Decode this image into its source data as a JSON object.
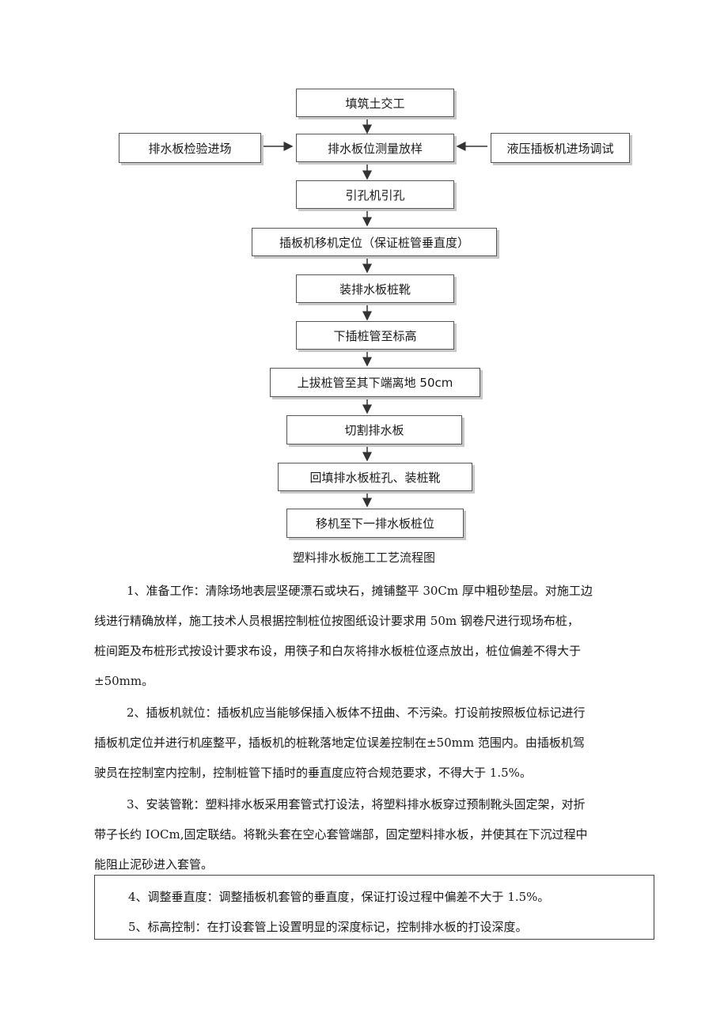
{
  "flowchart": {
    "steps": [
      "填筑土交工",
      "排水板位测量放样",
      "引孔机引孔",
      "插板机移机定位（保证桩管垂直度）",
      "装排水板桩靴",
      "下插桩管至标高",
      "上拔桩管至其下端离地 50cm",
      "切割排水板",
      "回填排水板桩孔、装桩靴",
      "移机至下一排水板桩位"
    ],
    "left_input": "排水板检验进场",
    "right_input": "液压插板机进场调试"
  },
  "caption": "塑料排水板施工工艺流程图",
  "paragraphs": {
    "p1": {
      "l1": "1、准备工作：清除场地表层坚硬漂石或块石，摊铺整平 30Cm 厚中粗砂垫层。对施工边",
      "l2": "线进行精确放样，施工技术人员根据控制桩位按图纸设计要求用 50m 钢卷尺进行现场布桩，",
      "l3": "桩间距及布桩形式按设计要求布设，用筷子和白灰将排水板桩位逐点放出，桩位偏差不得大于",
      "l4": "±50mm。"
    },
    "p2": {
      "l1": "2、插板机就位：插板机应当能够保插入板体不扭曲、不污染。打设前按照板位标记进行",
      "l2": "插板机定位并进行机座整平，插板机的桩靴落地定位误差控制在±50mm 范围内。由插板机驾",
      "l3": "驶员在控制室内控制，控制桩管下插时的垂直度应符合规范要求，不得大于 1.5%。"
    },
    "p3": {
      "l1": "3、安装管靴：塑料排水板采用套管式打设法，将塑料排水板穿过预制靴头固定架，对折",
      "l2": "带子长约 IOCm,固定联结。将靴头套在空心套管端部，固定塑料排水板，并使其在下沉过程中",
      "l3": "能阻止泥砂进入套管。"
    },
    "p4": "4、调整垂直度：调整插板机套管的垂直度，保证打设过程中偏差不大于 1.5%。",
    "p5": "5、标高控制：在打设套管上设置明显的深度标记，控制排水板的打设深度。"
  }
}
